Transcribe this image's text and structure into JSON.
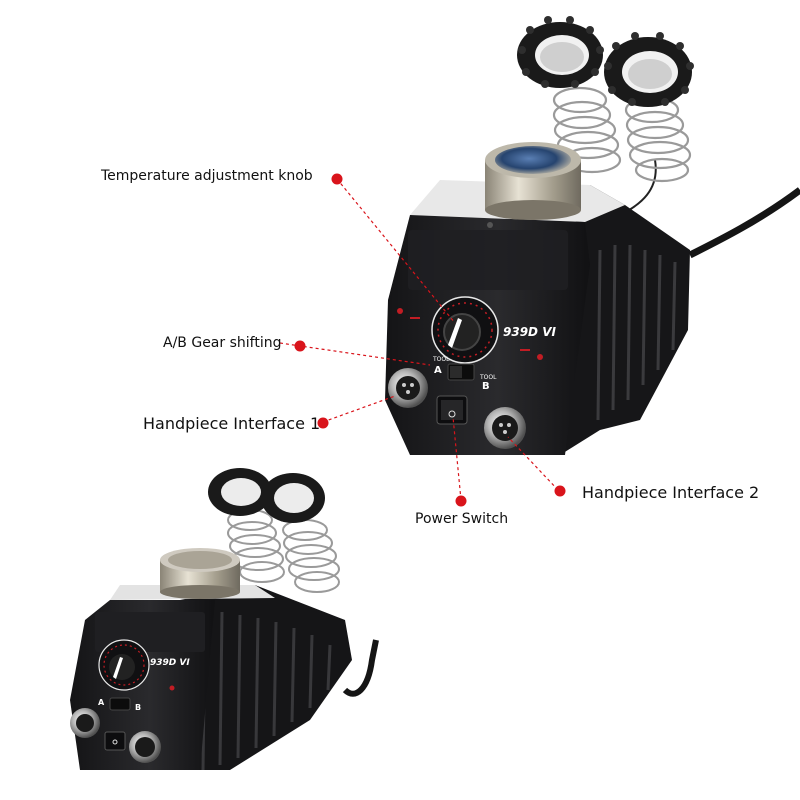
{
  "callouts": {
    "temperature_knob": "Temperature adjustment knob",
    "ab_gear": "A/B Gear shifting",
    "handpiece_1": "Handpiece Interface 1",
    "power_switch": "Power Switch",
    "handpiece_2": "Handpiece Interface 2"
  },
  "device": {
    "model_label": "939D VI",
    "tool_a": "A",
    "tool_b": "B",
    "tool_word": "TOOL"
  },
  "colors": {
    "callout_dot": "#d9141b",
    "callout_line": "#d9141b",
    "body": "#1d1d1f",
    "accent_red": "#c21d24"
  }
}
